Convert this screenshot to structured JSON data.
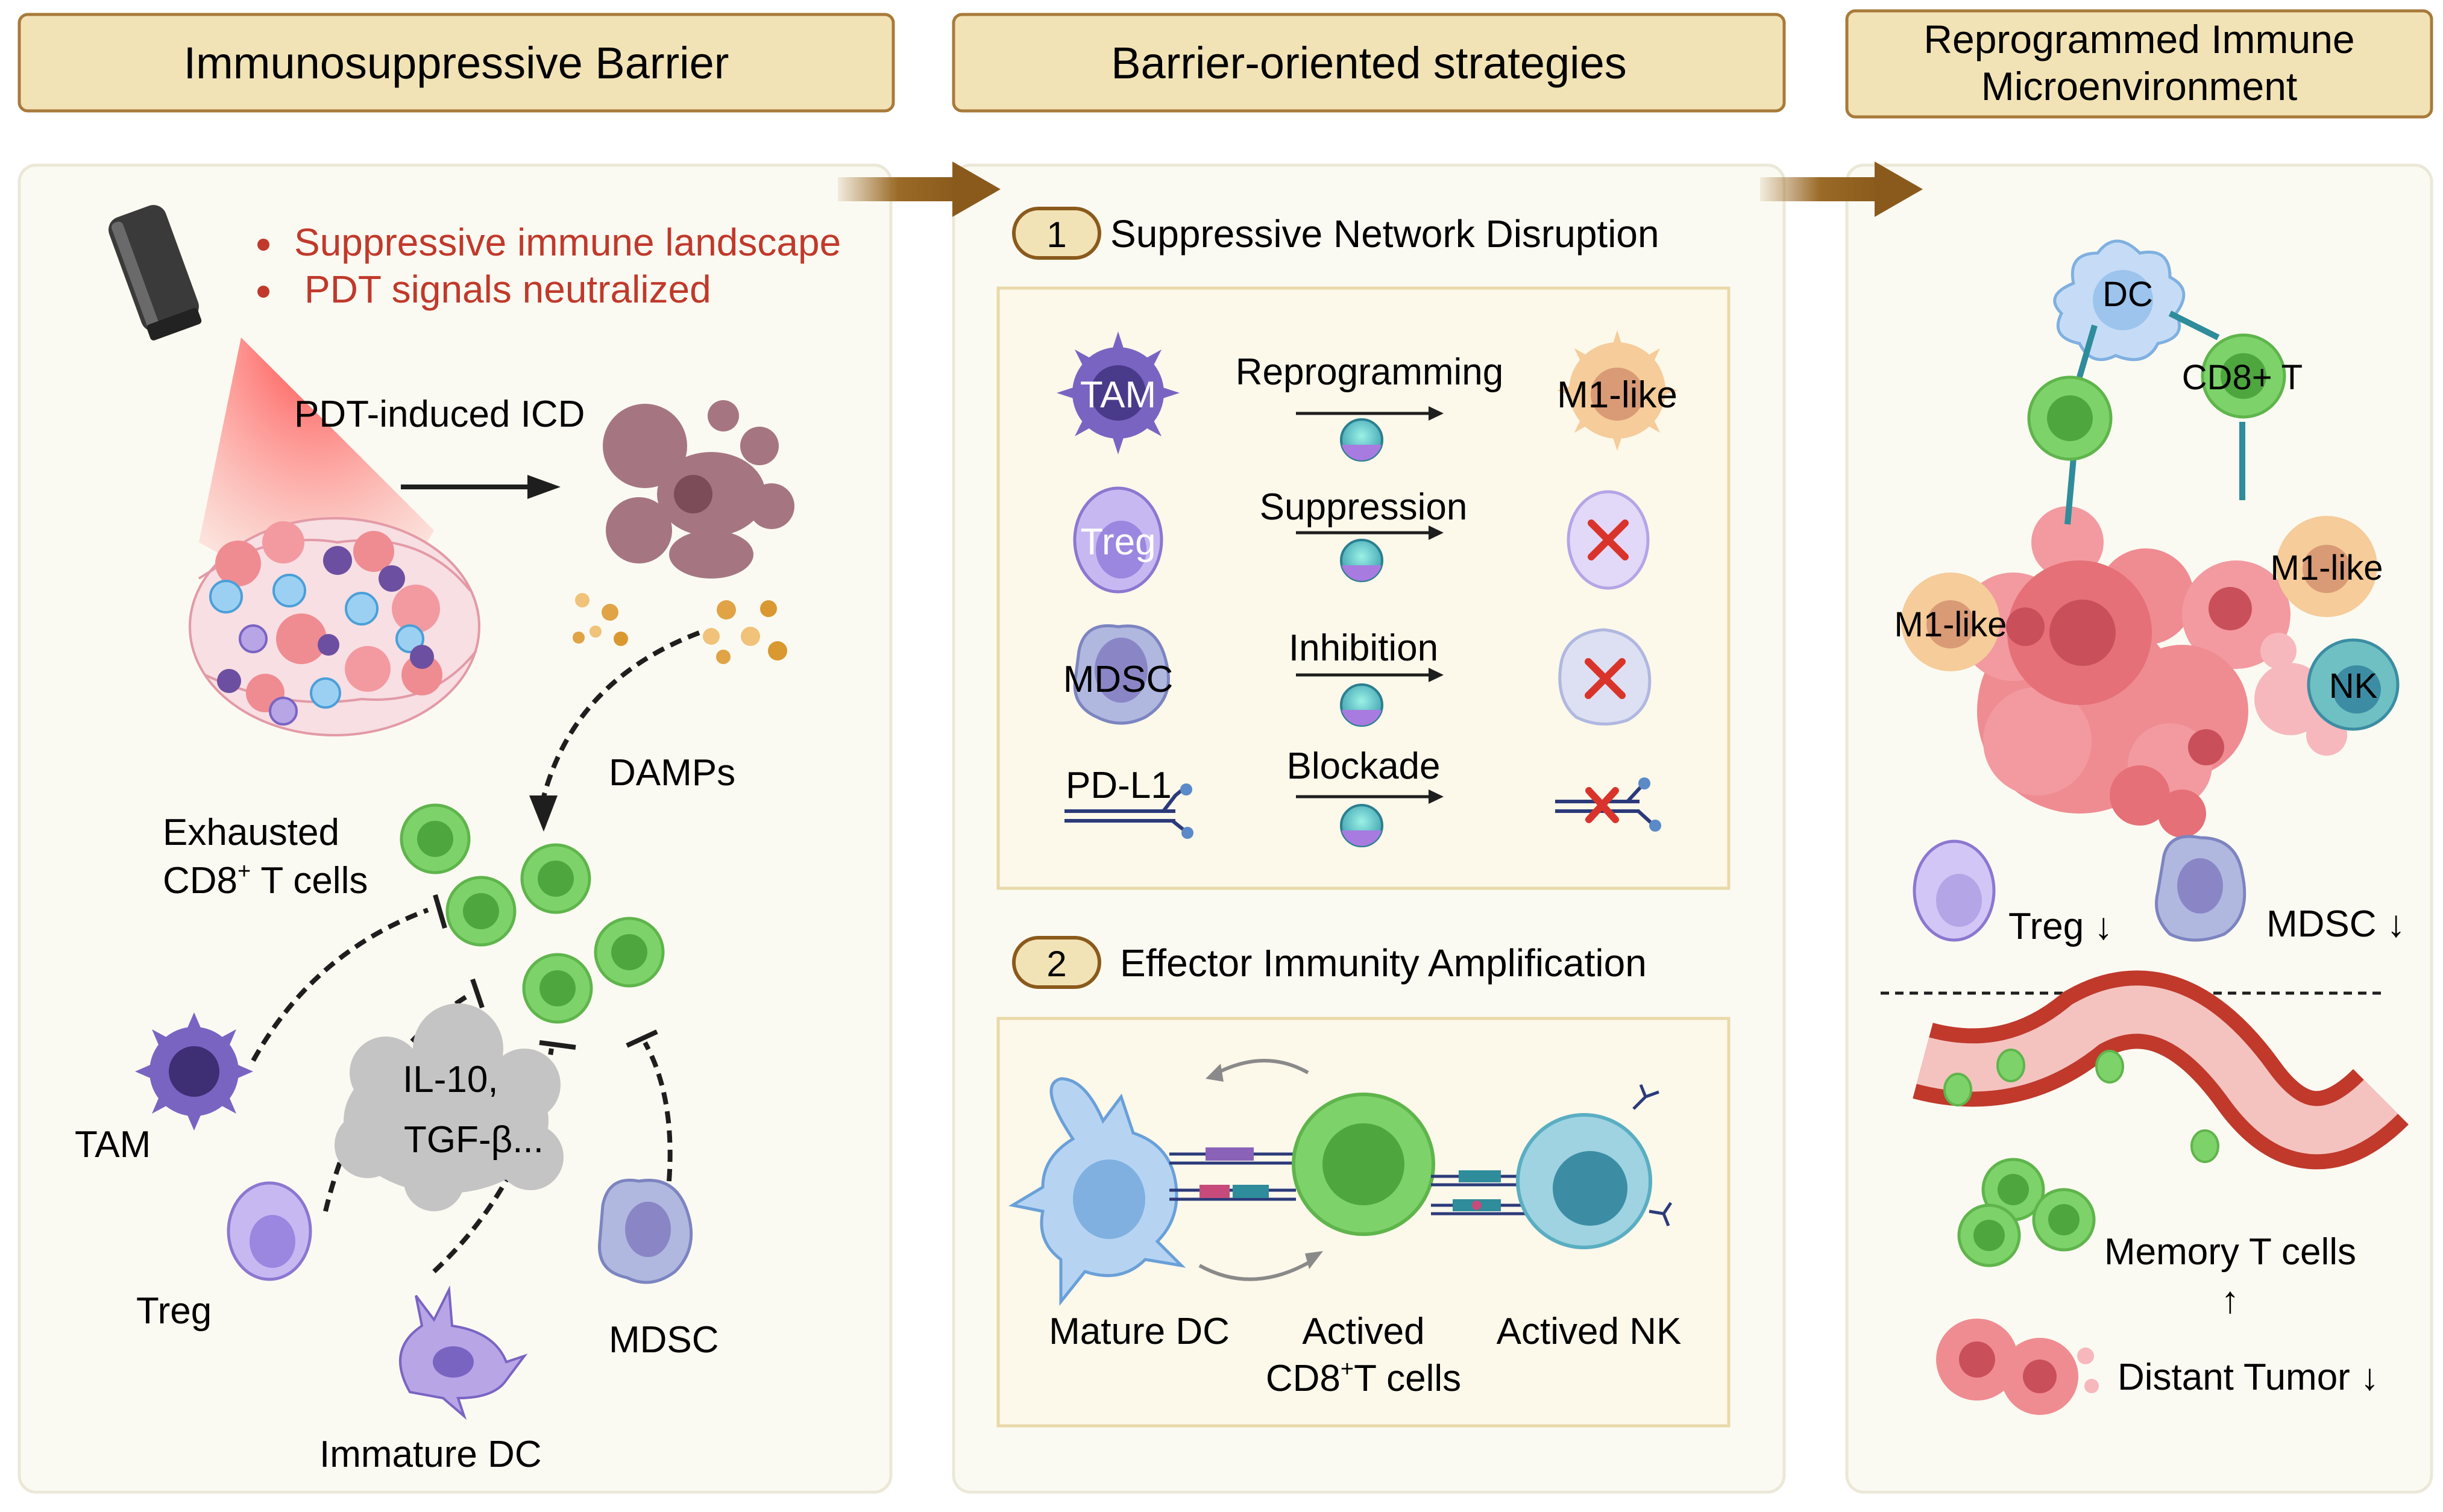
{
  "headers": {
    "left": "Immunosuppressive Barrier",
    "middle": "Barrier-oriented strategies",
    "right_line1": "Reprogrammed Immune",
    "right_line2": "Microenvironment"
  },
  "left_panel": {
    "bullets": [
      "Suppressive immune landscape",
      "PDT signals neutralized"
    ],
    "icd_label": "PDT-induced ICD",
    "damps_label": "DAMPs",
    "exhausted_line1": "Exhausted",
    "exhausted_line2_pre": "CD8",
    "exhausted_sup": "+",
    "exhausted_line2_post": " T cells",
    "cytokine_line1": "IL-10,",
    "cytokine_line2": "TGF-β...",
    "tam_label": "TAM",
    "treg_label": "Treg",
    "imm_dc_label": "Immature DC",
    "mdsc_label": "MDSC"
  },
  "middle_panel": {
    "section1_num": "1",
    "section1_title": "Suppressive Network Disruption",
    "rows": [
      {
        "cell": "TAM",
        "action": "Reprogramming",
        "result": "M1-like"
      },
      {
        "cell": "Treg",
        "action": "Suppression",
        "result": ""
      },
      {
        "cell": "MDSC",
        "action": "Inhibition",
        "result": ""
      },
      {
        "cell": "PD-L1",
        "action": "Blockade",
        "result": ""
      }
    ],
    "section2_num": "2",
    "section2_title": "Effector Immunity Amplification",
    "mature_dc": "Mature DC",
    "actived_line1": "Actived",
    "actived_line2_pre": "CD8",
    "actived_sup": "+",
    "actived_line2_post": "T cells",
    "actived_nk": "Actived NK"
  },
  "right_panel": {
    "dc": "DC",
    "cd8": "CD8+ T",
    "m1_left": "M1-like",
    "m1_right": "M1-like",
    "nk": "NK",
    "treg": "Treg ↓",
    "mdsc": "MDSC ↓",
    "memory": "Memory T cells",
    "up_arrow": "↑",
    "distant": "Distant Tumor ↓"
  },
  "colors": {
    "header_fill": "#f2e3b6",
    "header_stroke": "#a87a3a",
    "panel_fill": "#fbfaf2",
    "bullet_red": "#c0392b",
    "arrow_brown": "#9a6a27",
    "tcell_green": "#7dd36a",
    "tumor_pink": "#e8858a"
  }
}
